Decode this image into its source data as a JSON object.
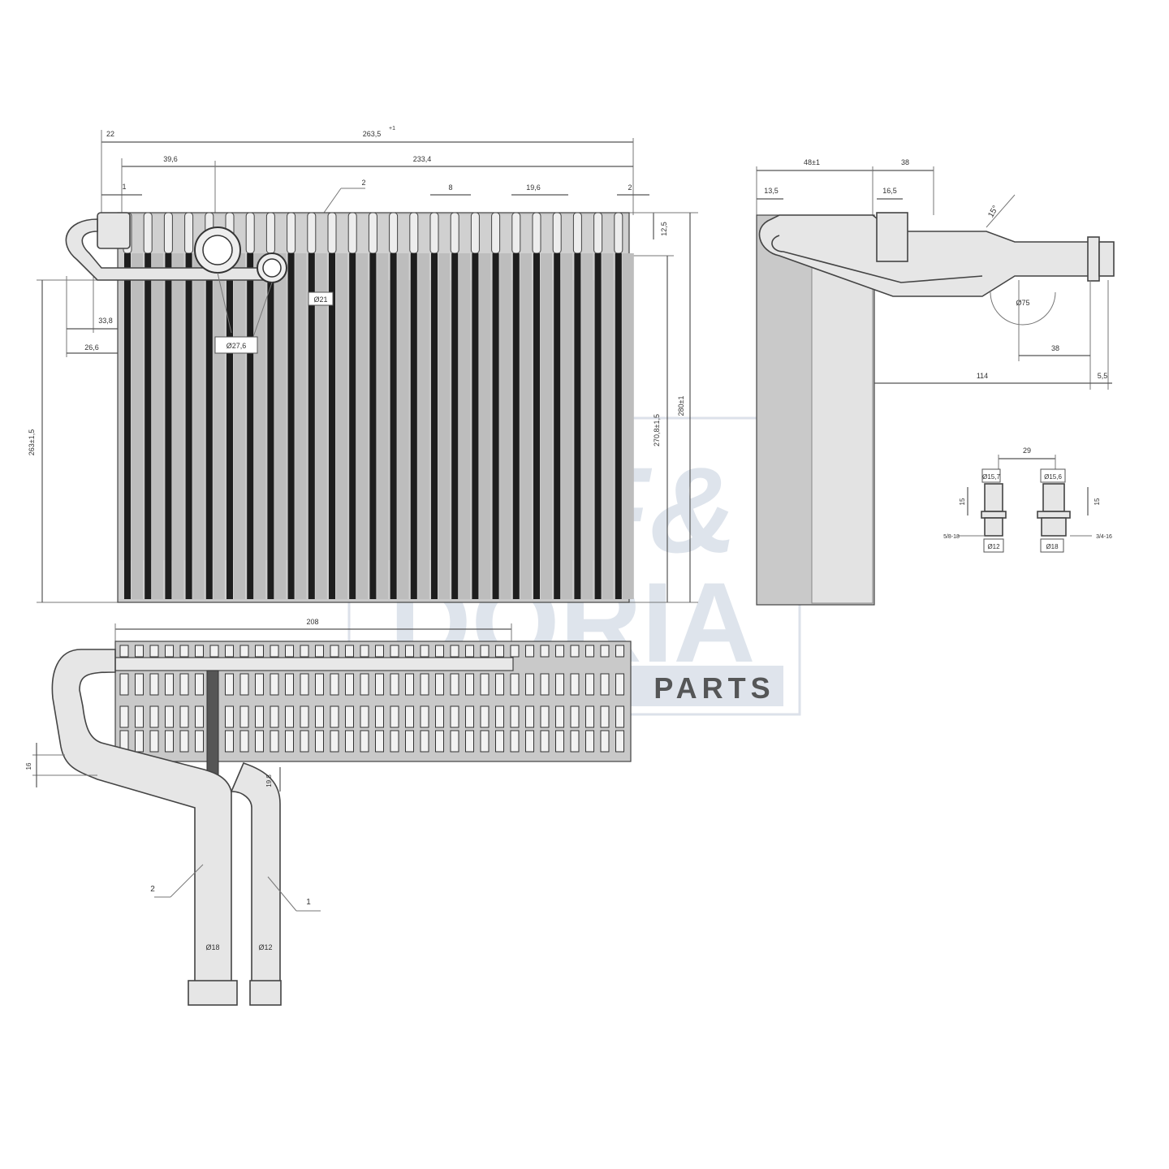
{
  "front_view": {
    "dim_top_total": "263,5",
    "dim_top_total_suffix": "+1",
    "dim_left_offset": "22",
    "dim_top_inner": "233,4",
    "dim_pipe_offset": "39,6",
    "dim_small_1": "1",
    "dim_pitch": "8",
    "dim_19": "19,6",
    "dim_2": "2",
    "dim_right_top": "12,5",
    "dim_height_left": "263±1,5",
    "dim_height_mid": "270,8±1,5",
    "dim_height_right": "280±1",
    "dim_pipe_x": "33,8",
    "dim_pipe_y": "26,6",
    "dim_port_dia": "Ø27,6",
    "dim_port_dia2": "Ø21",
    "callout_2": "2"
  },
  "side_view": {
    "dim_depth": "48±1",
    "dim_top_right": "38",
    "dim_left_small": "13,5",
    "dim_mid_small": "16,5",
    "dim_angle": "15°",
    "dim_radius": "Ø75",
    "dim_horizontal_1": "38",
    "dim_horizontal_2": "114",
    "dim_vertical_end": "5,5"
  },
  "fitting_detail": {
    "dim_spacing": "29",
    "left_dia_top": "Ø15,7",
    "right_dia_top": "Ø15,6",
    "left_len": "15",
    "right_len": "15",
    "left_dia_bottom": "Ø12",
    "right_dia_bottom": "Ø18",
    "left_thread": "5/8-18",
    "right_thread": "3/4-16"
  },
  "bottom_view": {
    "dim_width": "208",
    "dim_left_small": "16",
    "dim_right_small": "19,8",
    "callout_2": "2",
    "callout_1": "1",
    "pipe_left_dia": "Ø18",
    "pipe_right_dia": "Ø12"
  },
  "watermark": {
    "brand_top": "NRF&",
    "brand_bottom": "DORIA",
    "brand_sub": "PARTS"
  },
  "colors": {
    "line": "#444444",
    "fin_dark": "#1e1e1e",
    "fin_light": "#bdbdbd",
    "watermark": "#7f95b5"
  }
}
